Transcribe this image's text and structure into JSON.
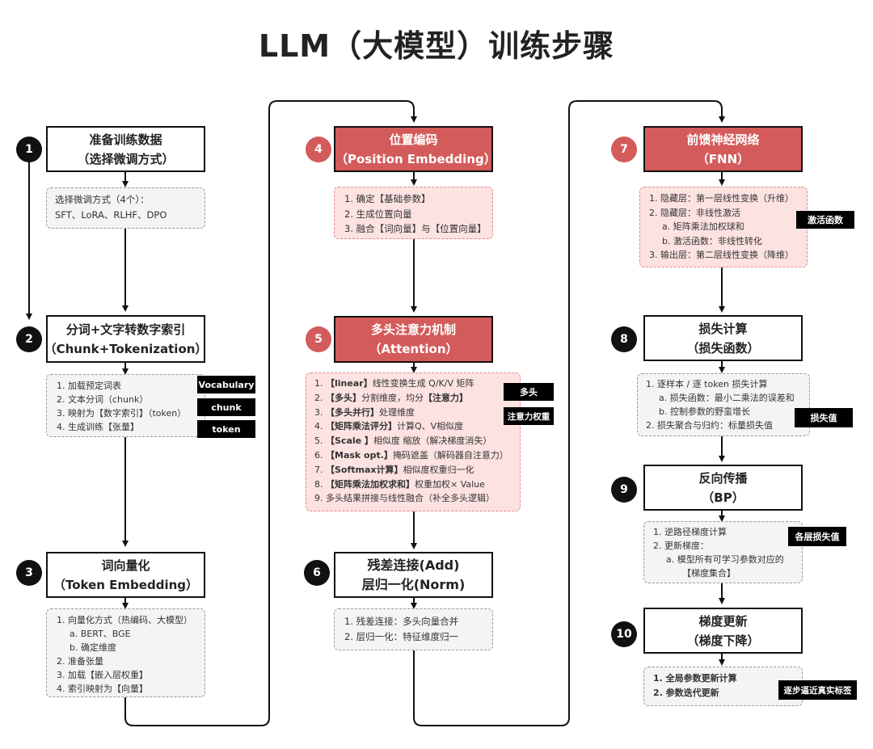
{
  "title": "LLM（大模型）训练步骤",
  "colors": {
    "accent_red": "#d45b5b",
    "note_red_bg": "#fde2e2",
    "note_gray_bg": "#f4f4f4",
    "tag_bg": "#000000"
  },
  "steps": [
    {
      "number": "1",
      "title_line1": "准备训练数据",
      "title_line2": "（选择微调方式）",
      "style": "plain",
      "notes": [
        "选择微调方式（4个）：",
        "SFT、LoRA、RLHF、DPO"
      ],
      "tags": []
    },
    {
      "number": "2",
      "title_line1": "分词+文字转数字索引",
      "title_line2": "（Chunk+Tokenization）",
      "style": "plain",
      "notes": [
        "1. 加载预定词表",
        "2. 文本分词（chunk）",
        "3. 映射为【数字索引】（token）",
        "4. 生成训练【张量】"
      ],
      "tags": [
        "Vocabulary",
        "chunk",
        "token"
      ]
    },
    {
      "number": "3",
      "title_line1": "词向量化",
      "title_line2": "（Token Embedding）",
      "style": "plain",
      "notes": [
        "1. 向量化方式（热编码、大模型）",
        "a. BERT、BGE",
        "b. 确定维度",
        "2. 准备张量",
        "3. 加载【嵌入层权重】",
        "4. 索引映射为【向量】"
      ],
      "tags": []
    },
    {
      "number": "4",
      "title_line1": "位置编码",
      "title_line2": "（Position Embedding）",
      "style": "red",
      "notes": [
        "1. 确定【基础参数】",
        "2. 生成位置向量",
        "3. 融合【词向量】与【位置向量】"
      ],
      "tags": []
    },
    {
      "number": "5",
      "title_line1": "多头注意力机制",
      "title_line2": "（Attention）",
      "style": "red",
      "notes": [
        {
          "num": "1.",
          "bold": "【linear】",
          "rest": "线性变换生成 Q/K/V 矩阵"
        },
        {
          "num": "2.",
          "bold": "【多头】",
          "rest": "分割维度，均分",
          "bold2": "【注意力】"
        },
        {
          "num": "3.",
          "bold": "【多头并行】",
          "rest": "处理维度"
        },
        {
          "num": "4.",
          "bold": "【矩阵乘法评分】",
          "rest": "计算Q、V相似度"
        },
        {
          "num": "5.",
          "bold": "【Scale 】",
          "rest": "相似度 缩放（解决梯度消失）"
        },
        {
          "num": "6.",
          "bold": "【Mask opt.】",
          "rest": "掩码遮盖（解码器自注意力）"
        },
        {
          "num": "7.",
          "bold": "【Softmax计算】",
          "rest": "相似度权重归一化"
        },
        {
          "num": "8.",
          "bold": "【矩阵乘法加权求和】",
          "rest": "权重加权× Value"
        },
        {
          "num": "9.",
          "bold": "",
          "rest": "多头结果拼接与线性融合（补全多头逻辑）"
        }
      ],
      "tags": [
        "多头",
        "注意力权重"
      ]
    },
    {
      "number": "6",
      "title_line1": "残差连接(Add)",
      "title_line2": "层归一化(Norm)",
      "style": "plain",
      "notes": [
        "1. 残差连接：多头向量合并",
        "2. 层归一化：特征维度归一"
      ],
      "tags": []
    },
    {
      "number": "7",
      "title_line1": "前馈神经网络",
      "title_line2": "（FNN）",
      "style": "red",
      "notes": [
        "1. 隐藏层：第一层线性变换（升维）",
        "2. 隐藏层：非线性激活",
        "a. 矩阵乘法加权球和",
        "b. 激活函数：非线性转化",
        "3. 输出层：第二层线性变换（降维）"
      ],
      "tags": [
        "激活函数"
      ]
    },
    {
      "number": "8",
      "title_line1": "损失计算",
      "title_line2": "（损失函数）",
      "style": "plain",
      "notes": [
        "1. 逐样本 / 逐 token 损失计算",
        "a. 损失函数：最小二乘法的误差和",
        "b. 控制参数的野蛮增长",
        "2. 损失聚合与归约：标量损失值"
      ],
      "tags": [
        "损失值"
      ]
    },
    {
      "number": "9",
      "title_line1": "反向传播",
      "title_line2": "（BP）",
      "style": "plain",
      "notes": [
        "1. 逆路径梯度计算",
        "2. 更新梯度：",
        "a. 模型所有可学习参数对应的",
        "【梯度集合】"
      ],
      "tags": [
        "各层损失值"
      ]
    },
    {
      "number": "10",
      "title_line1": "梯度更新",
      "title_line2": "（梯度下降）",
      "style": "plain",
      "notes": [
        "1. 全局参数更新计算",
        "2. 参数迭代更新"
      ],
      "tags": [
        "逐步逼近真实标签"
      ]
    }
  ]
}
